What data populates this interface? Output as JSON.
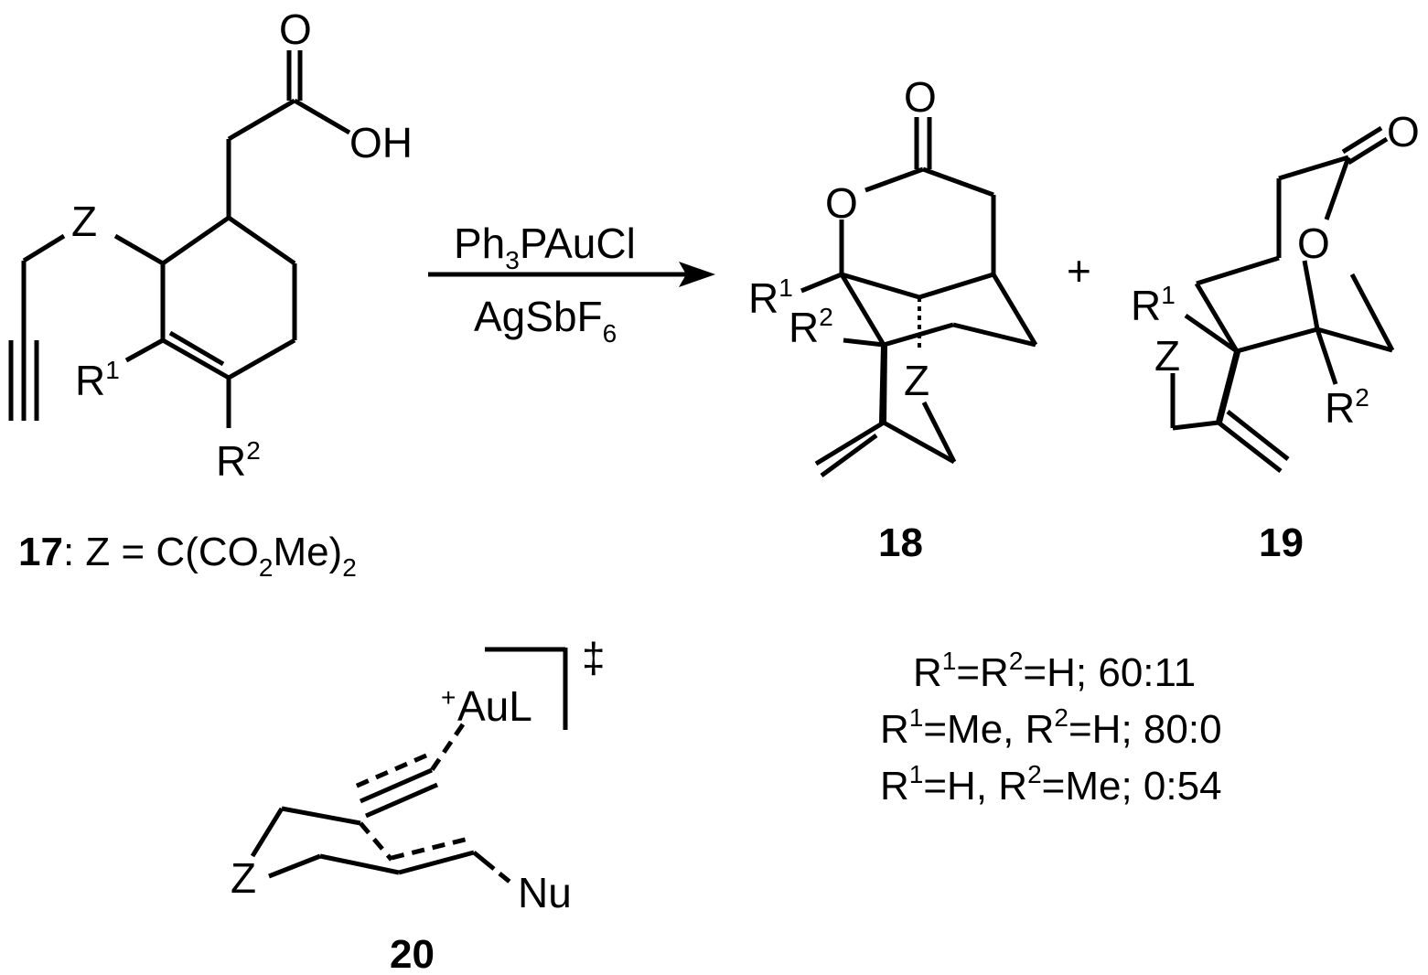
{
  "reaction": {
    "reagent_top": {
      "main": "Ph",
      "sub": "3",
      "rest": "PAuCl"
    },
    "reagent_bottom": {
      "main": "AgSbF",
      "sub": "6"
    },
    "plus": "+"
  },
  "compound_17": {
    "label_num": "17",
    "label_text": ": Z = C(CO",
    "label_sub1": "2",
    "label_mid": "Me)",
    "label_sub2": "2",
    "atoms": {
      "o_carbonyl": "O",
      "oh": "OH",
      "z": "Z",
      "r1": "R",
      "r1_sup": "1",
      "r2": "R",
      "r2_sup": "2"
    }
  },
  "compound_18": {
    "label": "18",
    "atoms": {
      "o_carbonyl": "O",
      "o_ring": "O",
      "r1": "R",
      "r1_sup": "1",
      "r2": "R",
      "r2_sup": "2",
      "z": "Z"
    }
  },
  "compound_19": {
    "label": "19",
    "atoms": {
      "o_carbonyl": "O",
      "o_ring": "O",
      "r1": "R",
      "r1_sup": "1",
      "z": "Z",
      "r2": "R",
      "r2_sup": "2"
    }
  },
  "compound_20": {
    "label": "20",
    "atoms": {
      "charge": "+",
      "aul": "AuL",
      "z": "Z",
      "nu": "Nu",
      "ts": "‡"
    }
  },
  "ratios": [
    {
      "r1": "R",
      "s1": "1",
      "mid": "=R",
      "s2": "2",
      "rest": "=H; 60:11"
    },
    {
      "r1": "R",
      "s1": "1",
      "mid": "=Me, R",
      "s2": "2",
      "rest": "=H; 80:0"
    },
    {
      "r1": "R",
      "s1": "1",
      "mid": "=H, R",
      "s2": "2",
      "rest": "=Me; 0:54"
    }
  ]
}
